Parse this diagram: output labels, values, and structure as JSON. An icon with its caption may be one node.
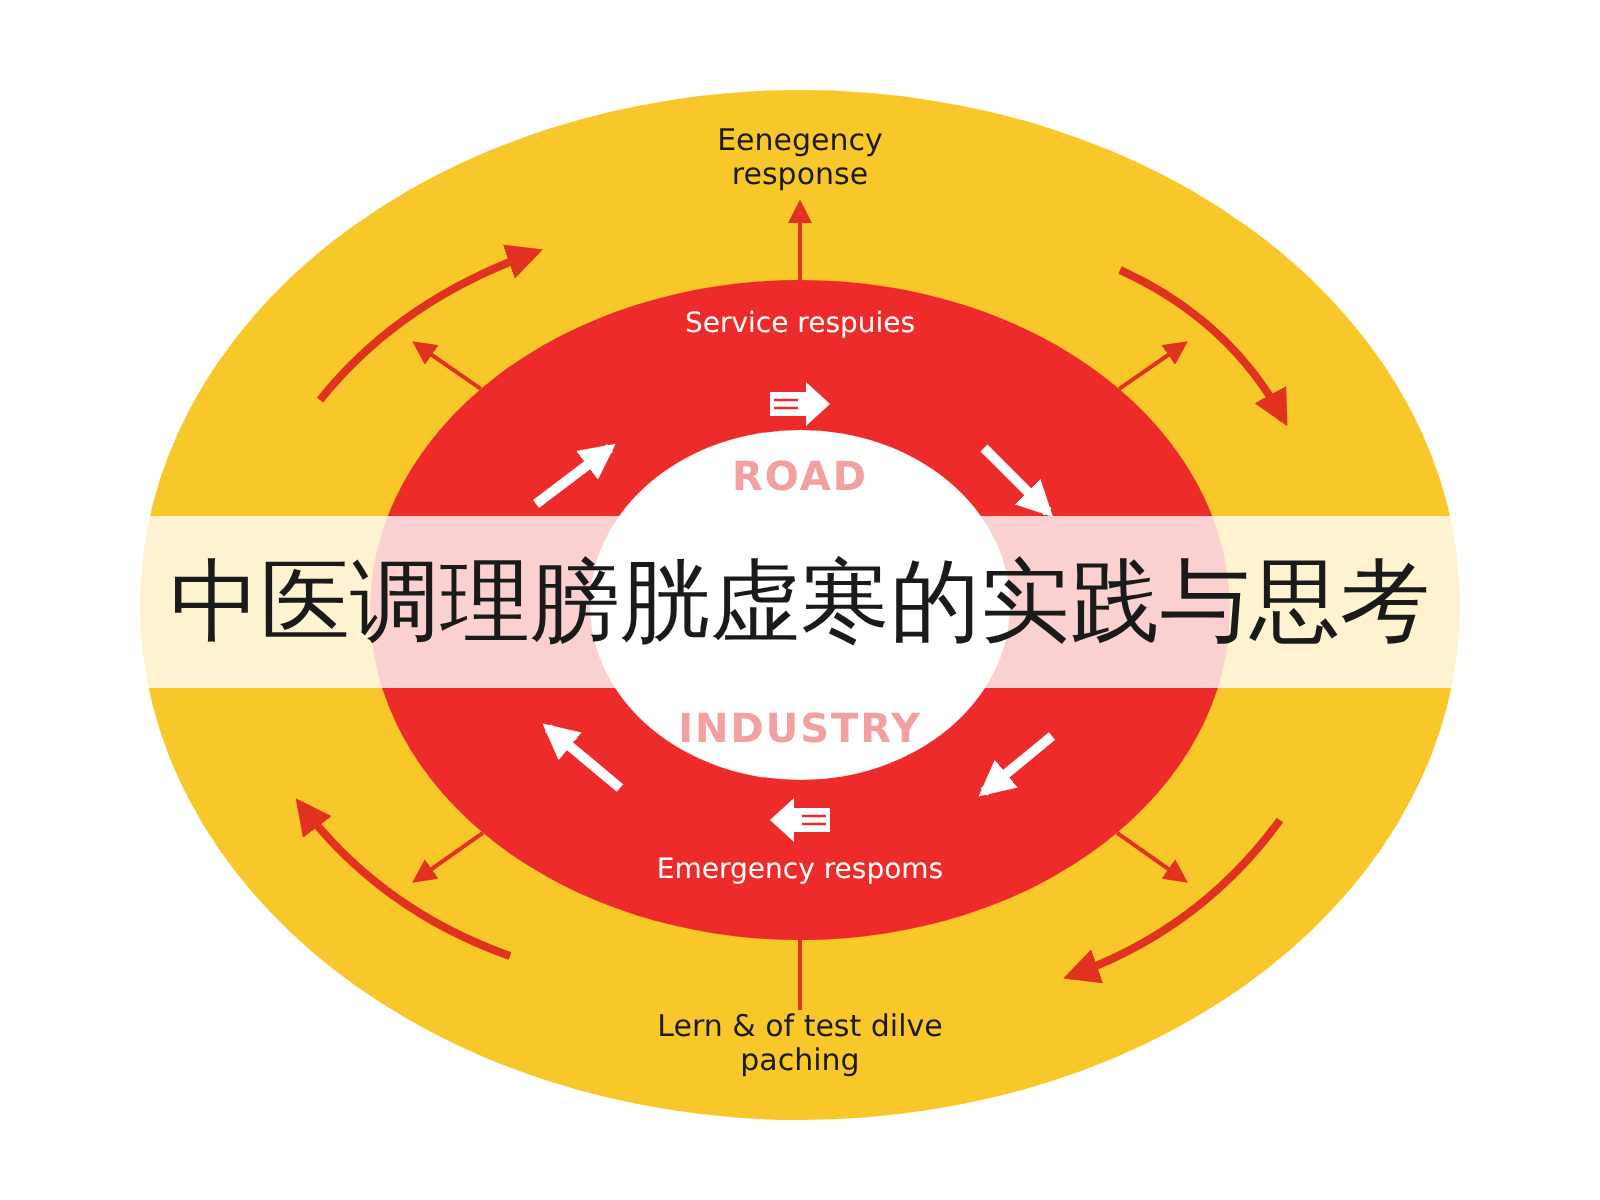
{
  "diagram": {
    "title": "中医调理膀胱虚寒的实践与思考",
    "nodes": [
      {
        "text": [],
        "shape": "circle"
      },
      {
        "text": [],
        "shape": "circle",
        "in": 0
      },
      {
        "text": [
          "ROAD",
          "INDUSTRY"
        ],
        "in": 1
      },
      {
        "text": [
          "Eenegency response"
        ],
        "in": 0
      },
      {
        "text": [
          "Lern & of test dilve paching"
        ],
        "in": 0
      }
    ],
    "edges": [
      {
        "from": 1,
        "to": 3,
        "arrow": "to"
      },
      {
        "from": 1,
        "to": 4,
        "arrow": "none"
      },
      {
        "from": 1,
        "to": null,
        "arrow": "to"
      },
      {
        "from": 1,
        "to": null,
        "arrow": "to"
      },
      {
        "from": 1,
        "to": null,
        "arrow": "to"
      },
      {
        "from": 1,
        "to": null,
        "arrow": "to"
      }
    ],
    "labels": [
      "Service respuies",
      "Emergency respoms"
    ]
  }
}
